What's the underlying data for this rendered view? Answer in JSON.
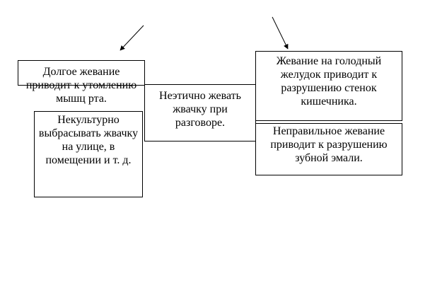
{
  "boxes": {
    "tiring": "Долгое жевание приводит к утомлению мышц рта.",
    "unethical": "Неэтично жевать жвачку при разговоре.",
    "uncultured": "Некультурно выбрасывать жвачку на улице, в помещении и т. д.",
    "stomach": "Жевание на голодный желудок приводит к разрушению стенок кишечника.",
    "enamel": "Неправильное жевание приводит к разрушению зубной эмали."
  }
}
